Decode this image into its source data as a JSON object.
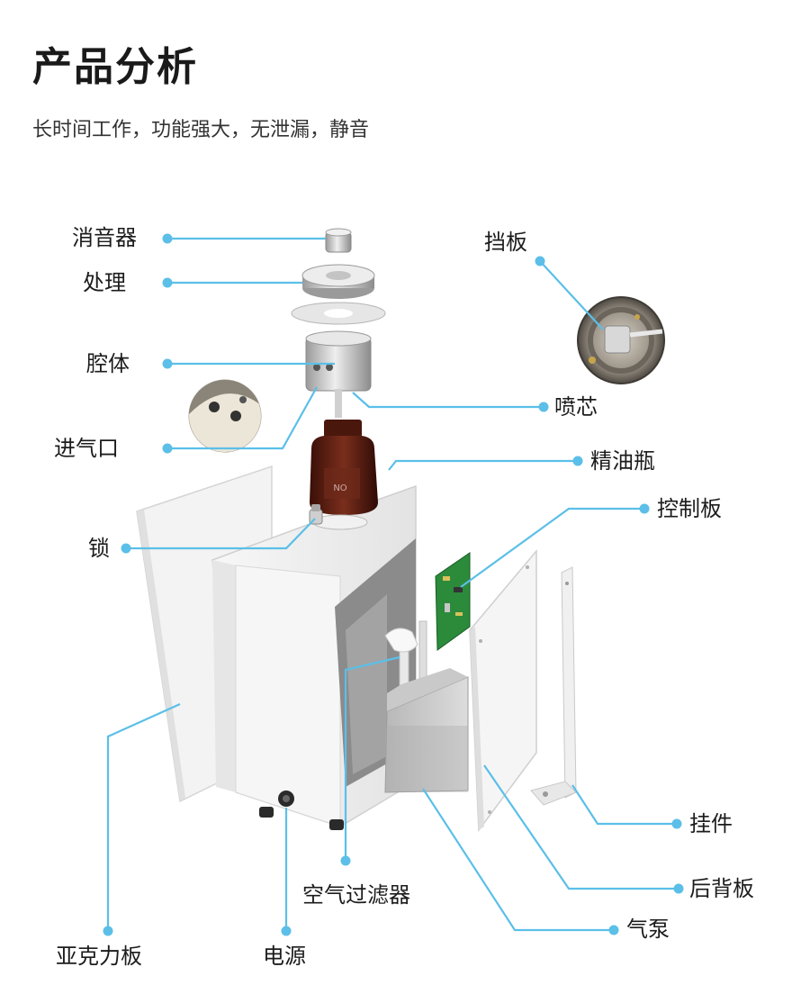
{
  "header": {
    "title": "产品分析",
    "subtitle": "长时间工作，功能强大，无泄漏，静音"
  },
  "labels": {
    "muffler": "消音器",
    "processing": "处理",
    "cavity": "腔体",
    "air_inlet": "进气口",
    "lock": "锁",
    "baffle": "挡板",
    "nozzle_core": "喷芯",
    "oil_bottle": "精油瓶",
    "control_board": "控制板",
    "acrylic_board": "亚克力板",
    "power": "电源",
    "air_filter": "空气过滤器",
    "air_pump": "气泵",
    "back_panel": "后背板",
    "hanger": "挂件"
  },
  "colors": {
    "leader_line": "#5bbfe8",
    "dot": "#5bbfe8",
    "bottle": "#5a1e12",
    "pcb": "#2e8b3a",
    "body": "#f4f4f4"
  }
}
